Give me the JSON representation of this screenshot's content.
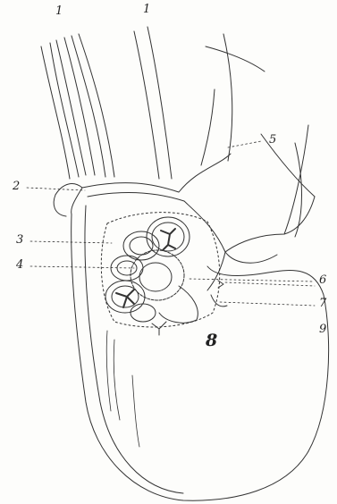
{
  "labels": {
    "l1a": "1",
    "l1b": "1",
    "l2": "2",
    "l3": "3",
    "l4": "4",
    "l5": "5",
    "l6": "6",
    "l7": "7",
    "l8": "8",
    "l9": "9"
  },
  "colors": {
    "ink": "#333333",
    "paper": "#fdfdfb"
  }
}
